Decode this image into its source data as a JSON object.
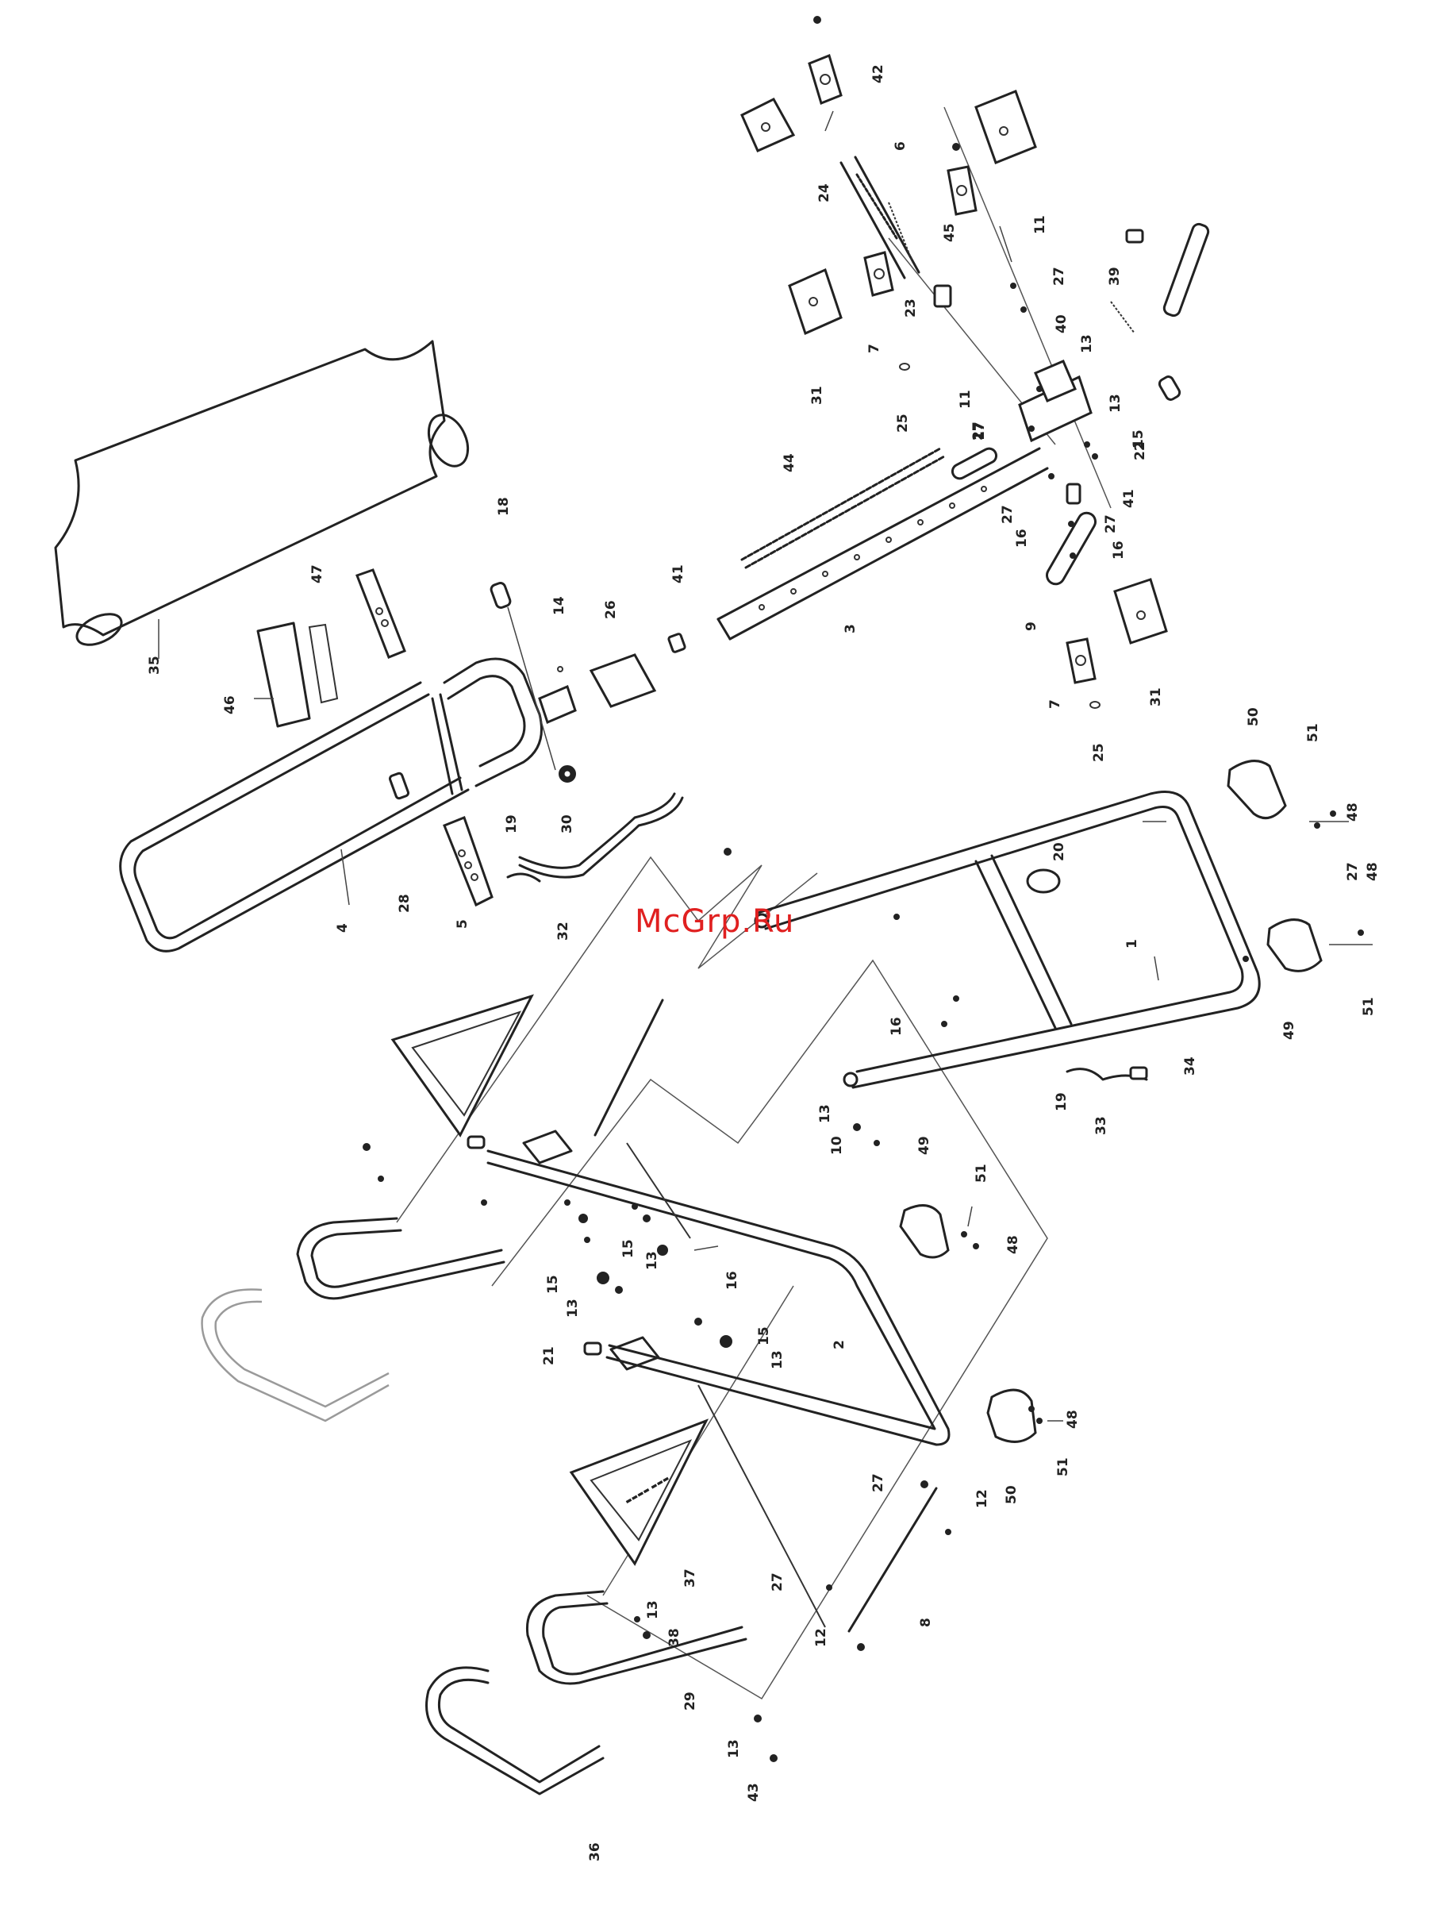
{
  "watermark": "McGrp.Ru",
  "callouts": [
    "1",
    "2",
    "3",
    "4",
    "5",
    "6",
    "7",
    "8",
    "9",
    "10",
    "11",
    "12",
    "13",
    "14",
    "15",
    "16",
    "17",
    "18",
    "19",
    "20",
    "21",
    "22",
    "23",
    "24",
    "25",
    "26",
    "27",
    "28",
    "29",
    "30",
    "31",
    "32",
    "33",
    "34",
    "35",
    "36",
    "37",
    "38",
    "39",
    "40",
    "41",
    "42",
    "43",
    "44",
    "45",
    "46",
    "47",
    "48",
    "49",
    "50",
    "51"
  ]
}
